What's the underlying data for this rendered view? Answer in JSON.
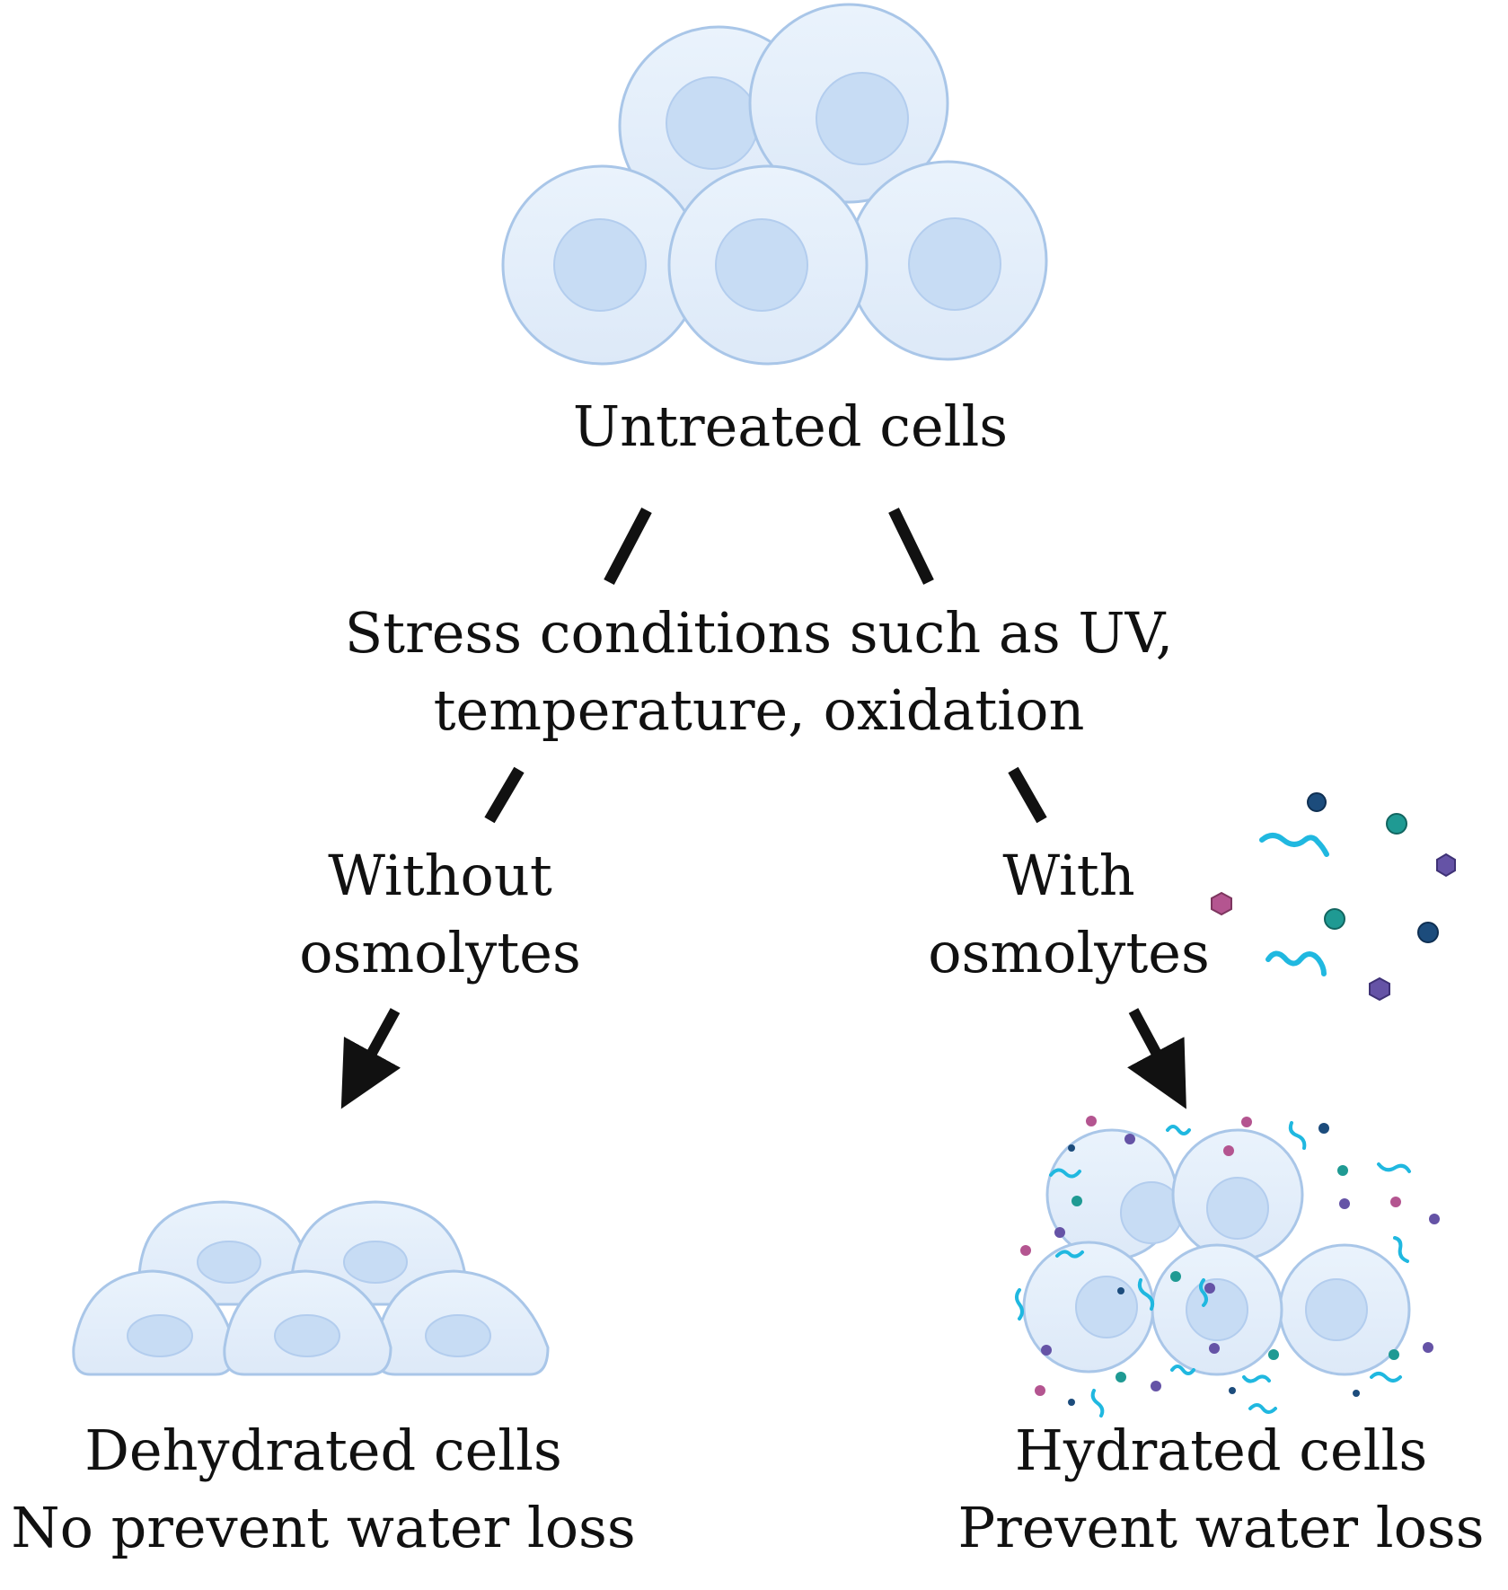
{
  "top": {
    "label": "Untreated cells"
  },
  "stress": {
    "line1": "Stress conditions such as UV,",
    "line2": "temperature, oxidation"
  },
  "branches": {
    "without_line1": "Without",
    "without_line2": "osmolytes",
    "with_line1": "With",
    "with_line2": "osmolytes"
  },
  "outcomes": {
    "dehydrated_line1": "Dehydrated cells",
    "dehydrated_line2": "No prevent water loss",
    "hydrated_line1": "Hydrated cells",
    "hydrated_line2": "Prevent water loss"
  },
  "colors": {
    "cell_fill": "#e3effb",
    "cell_stroke": "#a9c6e8",
    "nucleus_fill": "#c7dcf4",
    "nucleus_stroke": "#b3cdee",
    "arrow": "#111111",
    "squiggle": "#20b8e0",
    "dot_navy": "#1c4c7c",
    "dot_teal": "#1f9a93",
    "dot_magenta": "#b45590",
    "dot_purple": "#6553a6"
  }
}
